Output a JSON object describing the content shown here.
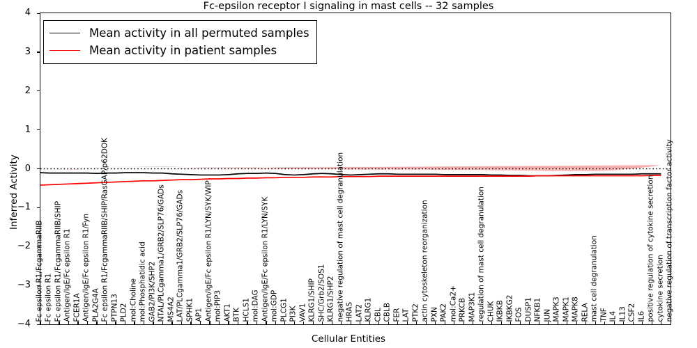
{
  "chart_data": {
    "type": "line",
    "title": "Fc-epsilon receptor I signaling in mast cells -- 32 samples",
    "xlabel": "Cellular Entities",
    "ylabel": "Inferred Activity",
    "ylim": [
      -4,
      4
    ],
    "yticks": [
      4,
      3,
      2,
      1,
      0,
      -1,
      -2,
      -3,
      -4
    ],
    "grid": false,
    "legend_position": "upper-left",
    "legend": [
      {
        "label": "Mean activity in all permuted samples",
        "color": "#000000"
      },
      {
        "label": "Mean activity in patient samples",
        "color": "#ff0000"
      }
    ],
    "annotations": [
      {
        "name": "zero-reference-dotted-line",
        "value": 0,
        "style": "dotted",
        "color": "#000000"
      }
    ],
    "bands": [
      {
        "name": "permuted-samples-band",
        "color": "#b0b0b0",
        "opacity": 0.45
      },
      {
        "name": "patient-samples-band",
        "color": "#ff6666",
        "opacity": 0.45
      }
    ],
    "categories": [
      "Fc epsilon R1/FcgammaRIIB",
      "Fc epsilon R1",
      "Fc epsilon R1/FcgammaRIIB/SHIP",
      "Antigen/IgE/Fc epsilon R1",
      "FCER1A",
      "Antigen/IgE/Fc epsilon R1/Fyn",
      "PLA2G4A",
      "Fc epsilon R1/FcgammaRIIB/SHIP/RasGAP/p62DOK",
      "PTPN13",
      "PLD2",
      "mol:Choline",
      "mol:Phosphatidic acid",
      "GAB2/PI3K/SHP2",
      "NTAL/PLCgamma1/GRB2/SLP76/GADs",
      "MS4A2",
      "LAT/PLCgamma1/GRB2/SLP76/GADs",
      "SPHK1",
      "AP1",
      "Antigen/IgE/Fc epsilon R1/LYN/SYK/WIP",
      "mol:PIP3",
      "AKT1",
      "BTK",
      "HCLS1",
      "mol:DAG",
      "Antigen/IgE/Fc epsilon R1/LYN/SYK",
      "mol:GDP",
      "PLCG1",
      "PI3K",
      "VAV1",
      "KLRG1/SHIP",
      "SHC/Grb2/SOS1",
      "KLRG1/SHP2",
      "negative regulation of mast cell degranulation",
      "HRAS",
      "LAT2",
      "KLRG1",
      "CBL",
      "CBLB",
      "FER",
      "LAT",
      "PTK2",
      "actin cytoskeleton reorganization",
      "PXN",
      "PAK2",
      "mol:Ca2+",
      "PRKCB",
      "MAP3K1",
      "regulation of mast cell degranulation",
      "CHUK",
      "IKBKB",
      "IKBKG2",
      "FOS",
      "DUSP1",
      "NFKB1",
      "JUN",
      "MAPK3",
      "MAPK1",
      "MAPK8",
      "RELA",
      "mast cell degranulation",
      "TNF",
      "IL4",
      "IL13",
      "CSF2",
      "IL6",
      "positive regulation of cytokine secretion",
      "cytokine secretion",
      "negative regulation of transcription factor activity"
    ],
    "series": [
      {
        "name": "Mean activity in all permuted samples",
        "color": "#000000",
        "values": [
          -0.1,
          -0.11,
          -0.11,
          -0.11,
          -0.11,
          -0.11,
          -0.12,
          -0.11,
          -0.11,
          -0.1,
          -0.1,
          -0.1,
          -0.11,
          -0.11,
          -0.13,
          -0.14,
          -0.15,
          -0.16,
          -0.16,
          -0.16,
          -0.15,
          -0.13,
          -0.12,
          -0.12,
          -0.11,
          -0.12,
          -0.15,
          -0.16,
          -0.15,
          -0.13,
          -0.12,
          -0.13,
          -0.15,
          -0.16,
          -0.15,
          -0.14,
          -0.13,
          -0.13,
          -0.14,
          -0.14,
          -0.14,
          -0.14,
          -0.14,
          -0.15,
          -0.15,
          -0.15,
          -0.15,
          -0.15,
          -0.16,
          -0.16,
          -0.17,
          -0.17,
          -0.18,
          -0.18,
          -0.18,
          -0.17,
          -0.16,
          -0.15,
          -0.15,
          -0.14,
          -0.14,
          -0.14,
          -0.14,
          -0.14,
          -0.13,
          -0.13,
          -0.13
        ]
      },
      {
        "name": "Mean activity in patient samples",
        "color": "#ff0000",
        "values": [
          -0.42,
          -0.41,
          -0.4,
          -0.39,
          -0.38,
          -0.37,
          -0.36,
          -0.35,
          -0.34,
          -0.33,
          -0.32,
          -0.31,
          -0.31,
          -0.3,
          -0.29,
          -0.28,
          -0.28,
          -0.27,
          -0.26,
          -0.26,
          -0.25,
          -0.25,
          -0.24,
          -0.24,
          -0.23,
          -0.23,
          -0.22,
          -0.22,
          -0.22,
          -0.21,
          -0.21,
          -0.21,
          -0.2,
          -0.2,
          -0.2,
          -0.2,
          -0.19,
          -0.19,
          -0.19,
          -0.19,
          -0.19,
          -0.19,
          -0.19,
          -0.19,
          -0.19,
          -0.19,
          -0.19,
          -0.19,
          -0.19,
          -0.19,
          -0.19,
          -0.19,
          -0.19,
          -0.18,
          -0.18,
          -0.18,
          -0.18,
          -0.18,
          -0.18,
          -0.18,
          -0.18,
          -0.18,
          -0.18,
          -0.18,
          -0.18,
          -0.17,
          -0.17
        ]
      }
    ],
    "band_permuted_upper": [
      0.04,
      0.04,
      0.04,
      0.04,
      0.04,
      0.04,
      0.04,
      0.04,
      0.05,
      0.05,
      0.05,
      0.06,
      0.06,
      0.07,
      0.06,
      0.05,
      0.04,
      0.03,
      0.03,
      0.03,
      0.03,
      0.03,
      0.03,
      0.03,
      0.04,
      0.03,
      0.02,
      0.02,
      0.02,
      0.03,
      0.03,
      0.03,
      0.02,
      0.02,
      0.02,
      0.03,
      0.03,
      0.03,
      0.03,
      0.03,
      0.03,
      0.03,
      0.03,
      0.02,
      0.02,
      0.02,
      0.02,
      0.02,
      0.02,
      0.02,
      0.02,
      0.02,
      0.02,
      0.02,
      0.02,
      0.02,
      0.02,
      0.02,
      0.02,
      0.03,
      0.03,
      0.03,
      0.03,
      0.03,
      0.04,
      0.05,
      0.06
    ],
    "band_permuted_lower": [
      -0.26,
      -0.27,
      -0.27,
      -0.27,
      -0.27,
      -0.27,
      -0.28,
      -0.27,
      -0.27,
      -0.26,
      -0.26,
      -0.27,
      -0.28,
      -0.29,
      -0.31,
      -0.32,
      -0.33,
      -0.34,
      -0.34,
      -0.34,
      -0.33,
      -0.31,
      -0.29,
      -0.28,
      -0.27,
      -0.28,
      -0.31,
      -0.33,
      -0.32,
      -0.3,
      -0.28,
      -0.29,
      -0.32,
      -0.33,
      -0.32,
      -0.31,
      -0.3,
      -0.3,
      -0.3,
      -0.3,
      -0.31,
      -0.31,
      -0.31,
      -0.31,
      -0.32,
      -0.32,
      -0.32,
      -0.32,
      -0.33,
      -0.33,
      -0.34,
      -0.34,
      -0.35,
      -0.35,
      -0.35,
      -0.34,
      -0.33,
      -0.32,
      -0.32,
      -0.31,
      -0.31,
      -0.31,
      -0.31,
      -0.31,
      -0.3,
      -0.3,
      -0.3
    ],
    "band_patient_upper": [
      -0.02,
      -0.02,
      -0.02,
      -0.02,
      -0.02,
      -0.01,
      -0.01,
      -0.01,
      -0.01,
      0.0,
      0.0,
      0.0,
      0.0,
      0.01,
      0.0,
      0.0,
      0.0,
      0.0,
      0.0,
      0.0,
      0.0,
      0.0,
      0.0,
      0.0,
      0.0,
      0.0,
      -0.01,
      -0.01,
      -0.01,
      -0.01,
      -0.01,
      -0.01,
      -0.01,
      -0.02,
      -0.02,
      -0.02,
      -0.02,
      -0.02,
      -0.02,
      -0.02,
      -0.02,
      -0.02,
      -0.03,
      -0.03,
      -0.03,
      -0.03,
      -0.03,
      -0.03,
      -0.04,
      -0.04,
      -0.04,
      -0.05,
      -0.05,
      -0.05,
      -0.06,
      -0.06,
      -0.06,
      -0.06,
      -0.06,
      -0.06,
      -0.05,
      -0.04,
      -0.02,
      0.0,
      0.03,
      0.06,
      0.1
    ],
    "band_patient_lower": [
      -0.82,
      -0.8,
      -0.78,
      -0.76,
      -0.74,
      -0.73,
      -0.72,
      -0.7,
      -0.68,
      -0.66,
      -0.64,
      -0.62,
      -0.61,
      -0.62,
      -0.64,
      -0.62,
      -0.58,
      -0.55,
      -0.53,
      -0.52,
      -0.5,
      -0.49,
      -0.48,
      -0.48,
      -0.47,
      -0.47,
      -0.46,
      -0.46,
      -0.45,
      -0.43,
      -0.42,
      -0.42,
      -0.43,
      -0.44,
      -0.44,
      -0.43,
      -0.42,
      -0.41,
      -0.4,
      -0.4,
      -0.39,
      -0.39,
      -0.4,
      -0.41,
      -0.42,
      -0.42,
      -0.41,
      -0.4,
      -0.38,
      -0.37,
      -0.36,
      -0.35,
      -0.35,
      -0.35,
      -0.36,
      -0.36,
      -0.36,
      -0.36,
      -0.36,
      -0.36,
      -0.37,
      -0.38,
      -0.4,
      -0.42,
      -0.45,
      -0.48,
      -0.52
    ]
  },
  "axis": {
    "y_tick_labels": [
      "4",
      "3",
      "2",
      "1",
      "0",
      "−1",
      "−2",
      "−3",
      "−4"
    ]
  }
}
